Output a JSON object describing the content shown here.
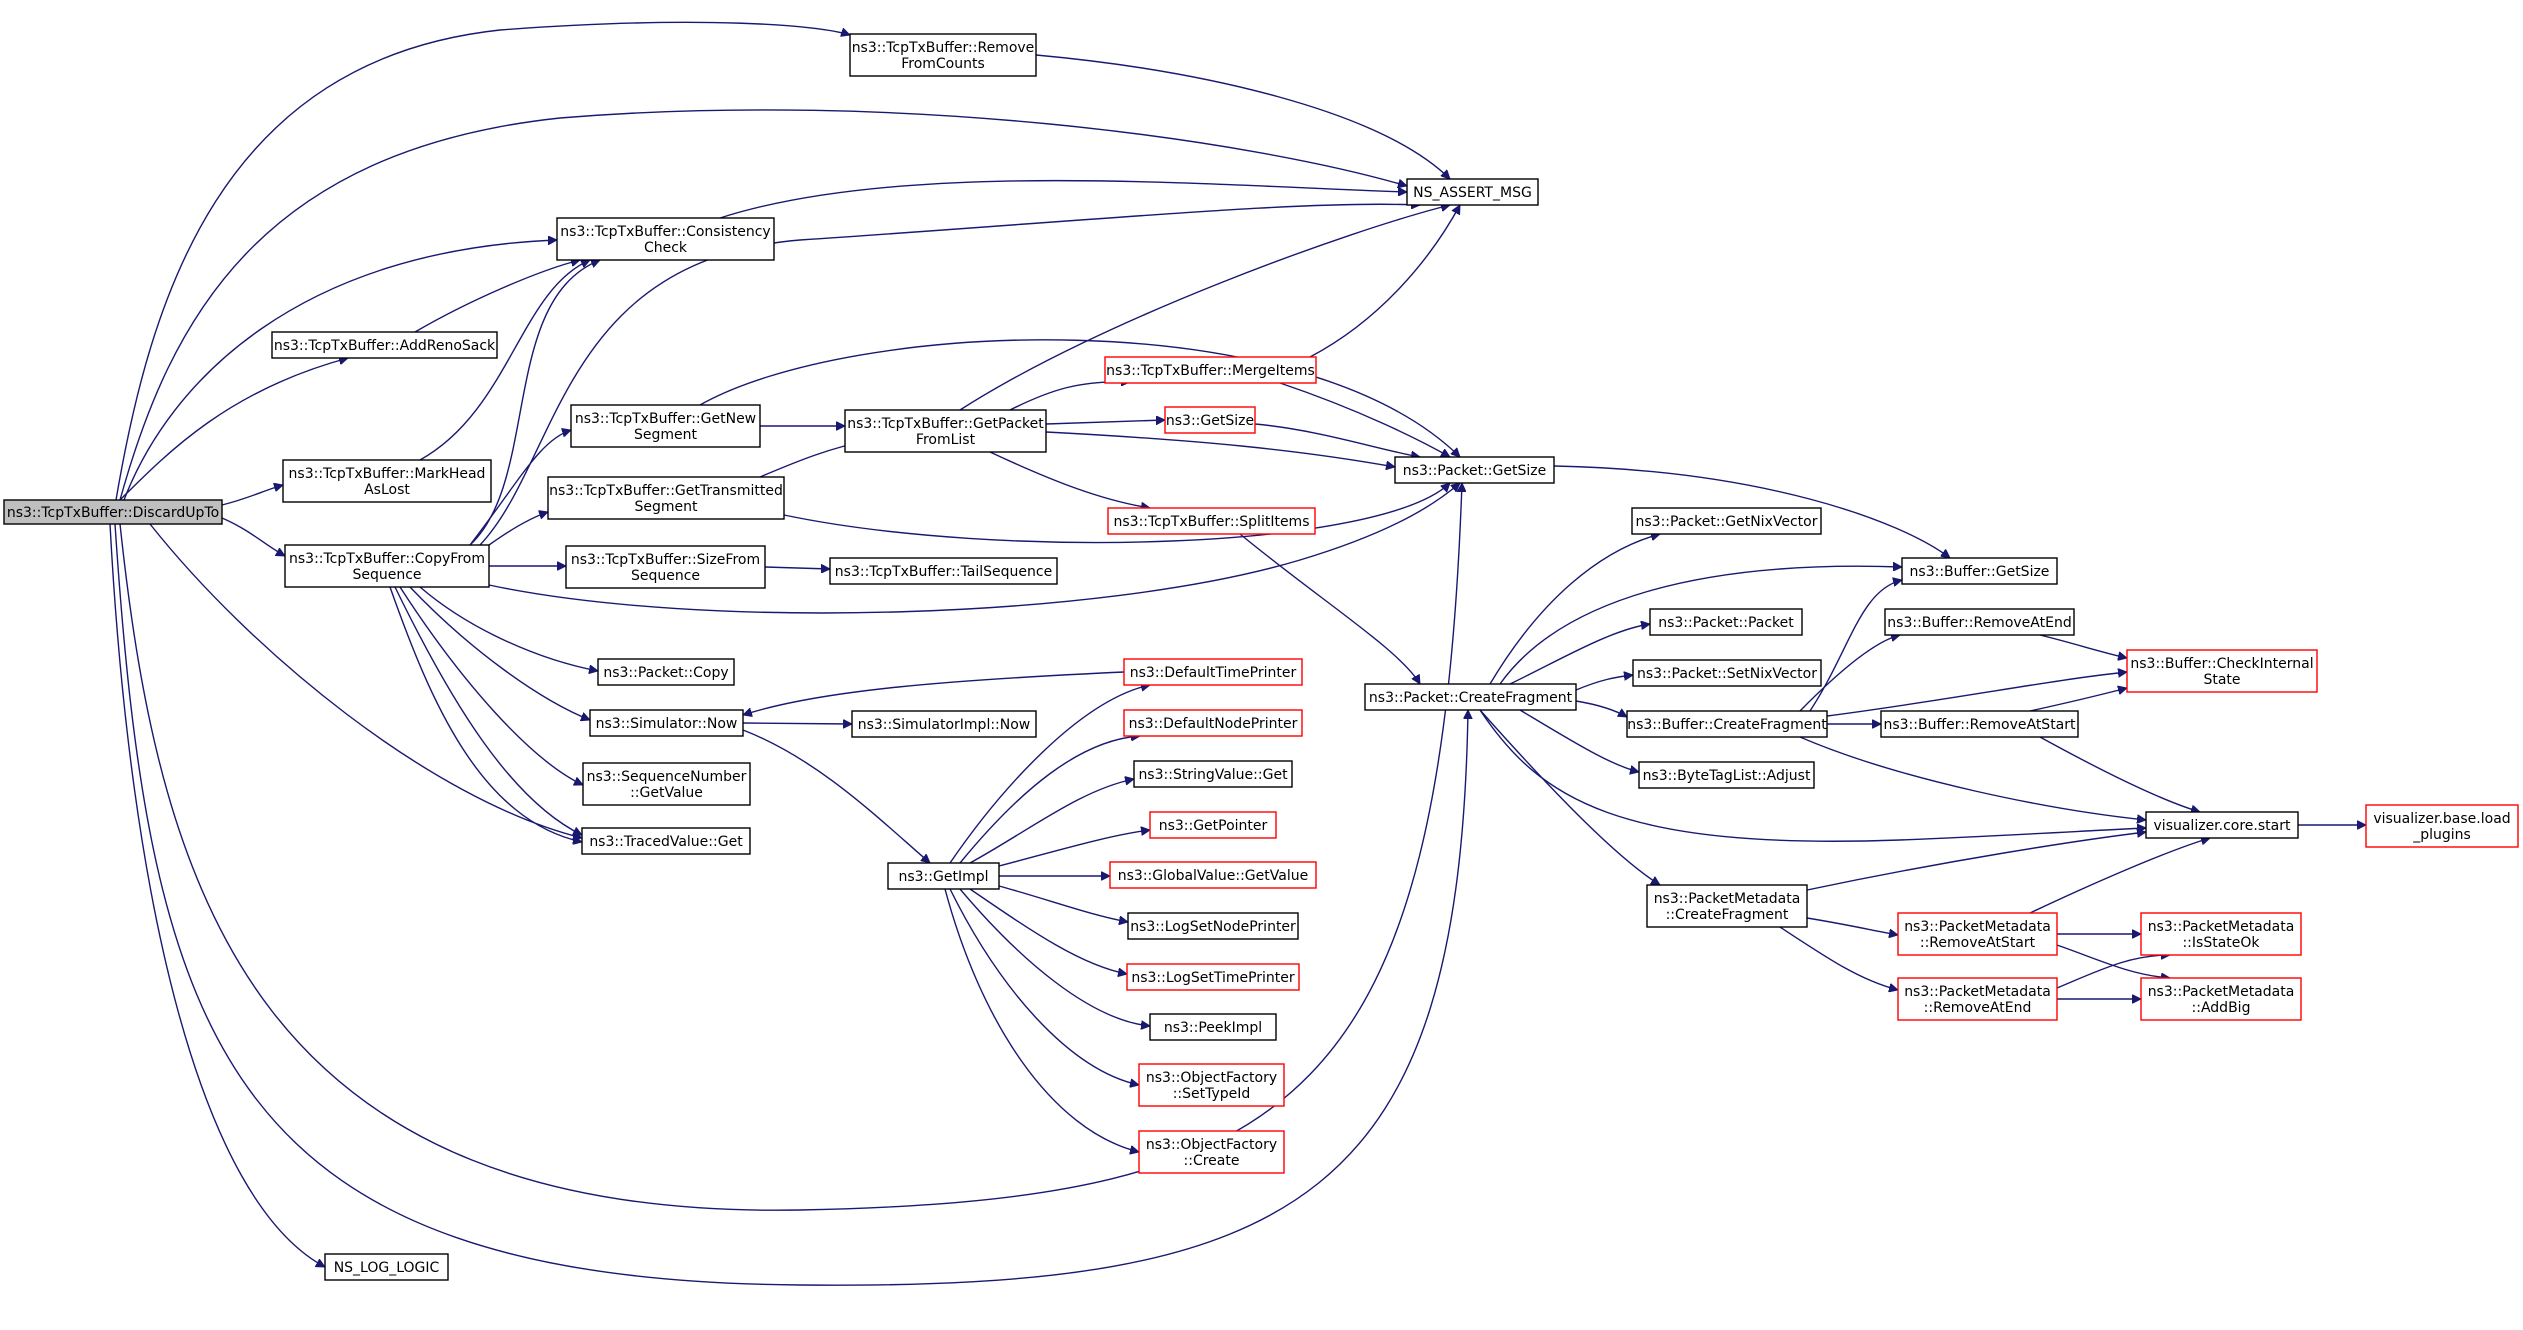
{
  "colors": {
    "edge": "#191970",
    "root_fill": "#bfbfbf",
    "red_border": "#ff0000",
    "black_border": "#000000"
  },
  "nodes": {
    "discardupto": {
      "lines": [
        "ns3::TcpTxBuffer::DiscardUpTo"
      ],
      "style": "root"
    },
    "removefromcounts": {
      "lines": [
        "ns3::TcpTxBuffer::Remove",
        "FromCounts"
      ],
      "style": "black"
    },
    "ns_assert_msg": {
      "lines": [
        "NS_ASSERT_MSG"
      ],
      "style": "black"
    },
    "consistencycheck": {
      "lines": [
        "ns3::TcpTxBuffer::Consistency",
        "Check"
      ],
      "style": "black"
    },
    "addrenosack": {
      "lines": [
        "ns3::TcpTxBuffer::AddRenoSack"
      ],
      "style": "black"
    },
    "markheadaslost": {
      "lines": [
        "ns3::TcpTxBuffer::MarkHead",
        "AsLost"
      ],
      "style": "black"
    },
    "copyfromsequence": {
      "lines": [
        "ns3::TcpTxBuffer::CopyFrom",
        "Sequence"
      ],
      "style": "black"
    },
    "getnewsegment": {
      "lines": [
        "ns3::TcpTxBuffer::GetNew",
        "Segment"
      ],
      "style": "black"
    },
    "gettransmittedsegment": {
      "lines": [
        "ns3::TcpTxBuffer::GetTransmitted",
        "Segment"
      ],
      "style": "black"
    },
    "sizefromsequence": {
      "lines": [
        "ns3::TcpTxBuffer::SizeFrom",
        "Sequence"
      ],
      "style": "black"
    },
    "tailsequence": {
      "lines": [
        "ns3::TcpTxBuffer::TailSequence"
      ],
      "style": "black"
    },
    "getpacketfromlist": {
      "lines": [
        "ns3::TcpTxBuffer::GetPacket",
        "FromList"
      ],
      "style": "black"
    },
    "mergeitems": {
      "lines": [
        "ns3::TcpTxBuffer::MergeItems"
      ],
      "style": "red"
    },
    "getsize_red": {
      "lines": [
        "ns3::GetSize"
      ],
      "style": "red"
    },
    "splititems": {
      "lines": [
        "ns3::TcpTxBuffer::SplitItems"
      ],
      "style": "red"
    },
    "packet_getsize": {
      "lines": [
        "ns3::Packet::GetSize"
      ],
      "style": "black"
    },
    "packet_copy": {
      "lines": [
        "ns3::Packet::Copy"
      ],
      "style": "black"
    },
    "simulator_now": {
      "lines": [
        "ns3::Simulator::Now"
      ],
      "style": "black"
    },
    "simulatorimpl_now": {
      "lines": [
        "ns3::SimulatorImpl::Now"
      ],
      "style": "black"
    },
    "sequencenumber_getvalue": {
      "lines": [
        "ns3::SequenceNumber",
        "::GetValue"
      ],
      "style": "black"
    },
    "tracedvalue_get": {
      "lines": [
        "ns3::TracedValue::Get"
      ],
      "style": "black"
    },
    "defaulttimeprinter": {
      "lines": [
        "ns3::DefaultTimePrinter"
      ],
      "style": "red"
    },
    "defaultnodeprinter": {
      "lines": [
        "ns3::DefaultNodePrinter"
      ],
      "style": "red"
    },
    "stringvalue_get": {
      "lines": [
        "ns3::StringValue::Get"
      ],
      "style": "black"
    },
    "getpointer": {
      "lines": [
        "ns3::GetPointer"
      ],
      "style": "red"
    },
    "globalvalue_getvalue": {
      "lines": [
        "ns3::GlobalValue::GetValue"
      ],
      "style": "red"
    },
    "logsetnodeprinter": {
      "lines": [
        "ns3::LogSetNodePrinter"
      ],
      "style": "black"
    },
    "logsettimeprinter": {
      "lines": [
        "ns3::LogSetTimePrinter"
      ],
      "style": "red"
    },
    "peekimpl": {
      "lines": [
        "ns3::PeekImpl"
      ],
      "style": "black"
    },
    "objectfactory_settypeid": {
      "lines": [
        "ns3::ObjectFactory",
        "::SetTypeId"
      ],
      "style": "red"
    },
    "objectfactory_create": {
      "lines": [
        "ns3::ObjectFactory",
        "::Create"
      ],
      "style": "red"
    },
    "getimpl": {
      "lines": [
        "ns3::GetImpl"
      ],
      "style": "black"
    },
    "packet_getnixvector": {
      "lines": [
        "ns3::Packet::GetNixVector"
      ],
      "style": "black"
    },
    "buffer_getsize": {
      "lines": [
        "ns3::Buffer::GetSize"
      ],
      "style": "black"
    },
    "packet_packet": {
      "lines": [
        "ns3::Packet::Packet"
      ],
      "style": "black"
    },
    "packet_setnixvector": {
      "lines": [
        "ns3::Packet::SetNixVector"
      ],
      "style": "black"
    },
    "packet_createfragment": {
      "lines": [
        "ns3::Packet::CreateFragment"
      ],
      "style": "black"
    },
    "buffer_createfragment": {
      "lines": [
        "ns3::Buffer::CreateFragment"
      ],
      "style": "black"
    },
    "bytetaglist_adjust": {
      "lines": [
        "ns3::ByteTagList::Adjust"
      ],
      "style": "black"
    },
    "buffer_removeatend": {
      "lines": [
        "ns3::Buffer::RemoveAtEnd"
      ],
      "style": "black"
    },
    "buffer_checkinternalstate": {
      "lines": [
        "ns3::Buffer::CheckInternal",
        "State"
      ],
      "style": "red"
    },
    "buffer_removeatstart": {
      "lines": [
        "ns3::Buffer::RemoveAtStart"
      ],
      "style": "black"
    },
    "visualizer_core_start": {
      "lines": [
        "visualizer.core.start"
      ],
      "style": "black"
    },
    "visualizer_base_load_plugins": {
      "lines": [
        "visualizer.base.load",
        "_plugins"
      ],
      "style": "red"
    },
    "packetmetadata_createfragment": {
      "lines": [
        "ns3::PacketMetadata",
        "::CreateFragment"
      ],
      "style": "black"
    },
    "packetmetadata_removeatstart": {
      "lines": [
        "ns3::PacketMetadata",
        "::RemoveAtStart"
      ],
      "style": "red"
    },
    "packetmetadata_removeatend": {
      "lines": [
        "ns3::PacketMetadata",
        "::RemoveAtEnd"
      ],
      "style": "red"
    },
    "packetmetadata_isstateok": {
      "lines": [
        "ns3::PacketMetadata",
        "::IsStateOk"
      ],
      "style": "red"
    },
    "packetmetadata_addbig": {
      "lines": [
        "ns3::PacketMetadata",
        "::AddBig"
      ],
      "style": "red"
    },
    "ns_log_logic": {
      "lines": [
        "NS_LOG_LOGIC"
      ],
      "style": "black"
    }
  }
}
